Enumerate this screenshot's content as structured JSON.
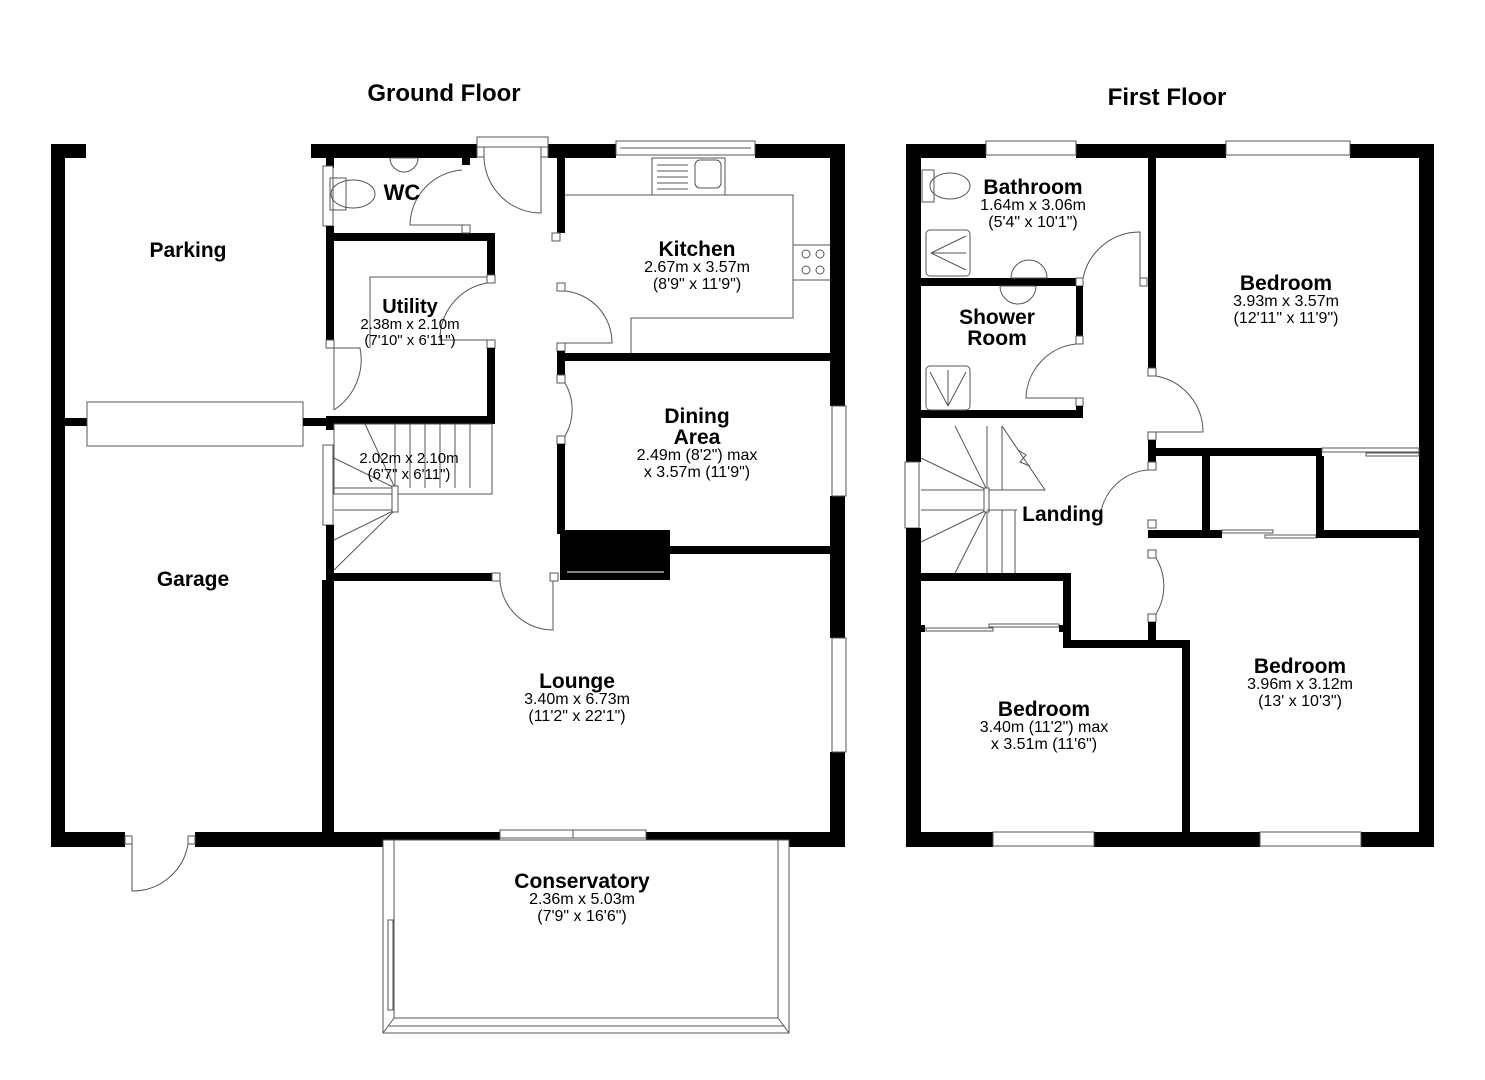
{
  "floors": {
    "ground": {
      "title": "Ground Floor",
      "rooms": {
        "parking": {
          "name": "Parking"
        },
        "garage": {
          "name": "Garage"
        },
        "wc": {
          "name": "WC"
        },
        "utility": {
          "name": "Utility",
          "dim_metric": "2.38m x 2.10m",
          "dim_imperial": "(7'10\" x 6'11\")"
        },
        "hall": {
          "dim_metric": "2.02m x 2.10m",
          "dim_imperial": "(6'7\" x 6'11\")"
        },
        "kitchen": {
          "name": "Kitchen",
          "dim_metric": "2.67m x 3.57m",
          "dim_imperial": "(8'9\" x 11'9\")"
        },
        "dining": {
          "name_line1": "Dining",
          "name_line2": "Area",
          "dim_metric": "2.49m (8'2\") max",
          "dim_imperial": "x 3.57m (11'9\")"
        },
        "lounge": {
          "name": "Lounge",
          "dim_metric": "3.40m x 6.73m",
          "dim_imperial": "(11'2\" x 22'1\")"
        },
        "conservatory": {
          "name": "Conservatory",
          "dim_metric": "2.36m x 5.03m",
          "dim_imperial": "(7'9\" x 16'6\")"
        }
      }
    },
    "first": {
      "title": "First Floor",
      "rooms": {
        "bathroom": {
          "name": "Bathroom",
          "dim_metric": "1.64m x 3.06m",
          "dim_imperial": "(5'4\" x 10'1\")"
        },
        "shower": {
          "name_line1": "Shower",
          "name_line2": "Room"
        },
        "landing": {
          "name": "Landing"
        },
        "bedroom1": {
          "name": "Bedroom",
          "dim_metric": "3.93m x 3.57m",
          "dim_imperial": "(12'11\" x 11'9\")"
        },
        "bedroom2": {
          "name": "Bedroom",
          "dim_metric": "3.96m x 3.12m",
          "dim_imperial": "(13' x 10'3\")"
        },
        "bedroom3": {
          "name": "Bedroom",
          "dim_metric": "3.40m (11'2\") max",
          "dim_imperial": "x 3.51m (11'6\")"
        }
      }
    }
  },
  "colors": {
    "wall": "#000000",
    "fixture": "#555555",
    "background": "#ffffff"
  }
}
